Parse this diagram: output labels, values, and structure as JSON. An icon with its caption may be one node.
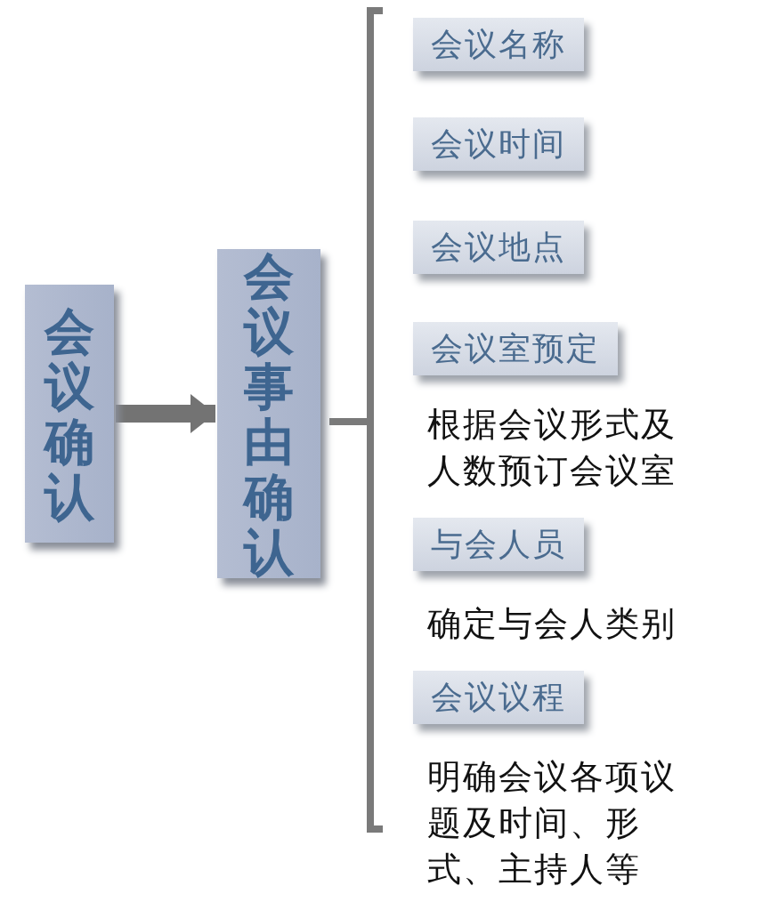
{
  "diagram": {
    "nodes": [
      {
        "text": [
          "会议确认"
        ]
      },
      {
        "text": [
          "会议事由确认"
        ]
      },
      {
        "text": [
          "会议名称"
        ]
      },
      {
        "text": [
          "会议时间"
        ]
      },
      {
        "text": [
          "会议地点"
        ]
      },
      {
        "text": [
          "会议室预定"
        ],
        "beside": [
          "根据会议形式及人数预订会议室"
        ]
      },
      {
        "text": [
          "与会人员"
        ],
        "beside": [
          "确定与会人类别"
        ]
      },
      {
        "text": [
          "会议议程"
        ],
        "beside": [
          "明确会议各项议题及时间、形式、主持人等"
        ]
      }
    ],
    "edges": [
      {
        "from": 0,
        "to": 1,
        "arrow": "to"
      }
    ]
  }
}
